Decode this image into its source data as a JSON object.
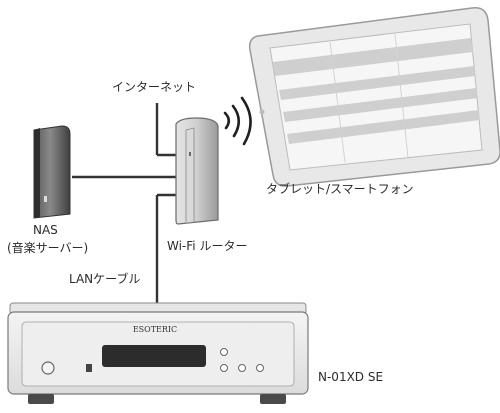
{
  "labels": {
    "internet": "インターネット",
    "tablet": "タブレット/スマートフォン",
    "nas_title": "NAS",
    "nas_sub": "(音楽サーバー)",
    "router": "Wi-Fi ルーター",
    "lan_cable": "LANケーブル",
    "player_model": "N-01XD SE"
  },
  "device": {
    "brand_logo": "ESOTERIC"
  }
}
